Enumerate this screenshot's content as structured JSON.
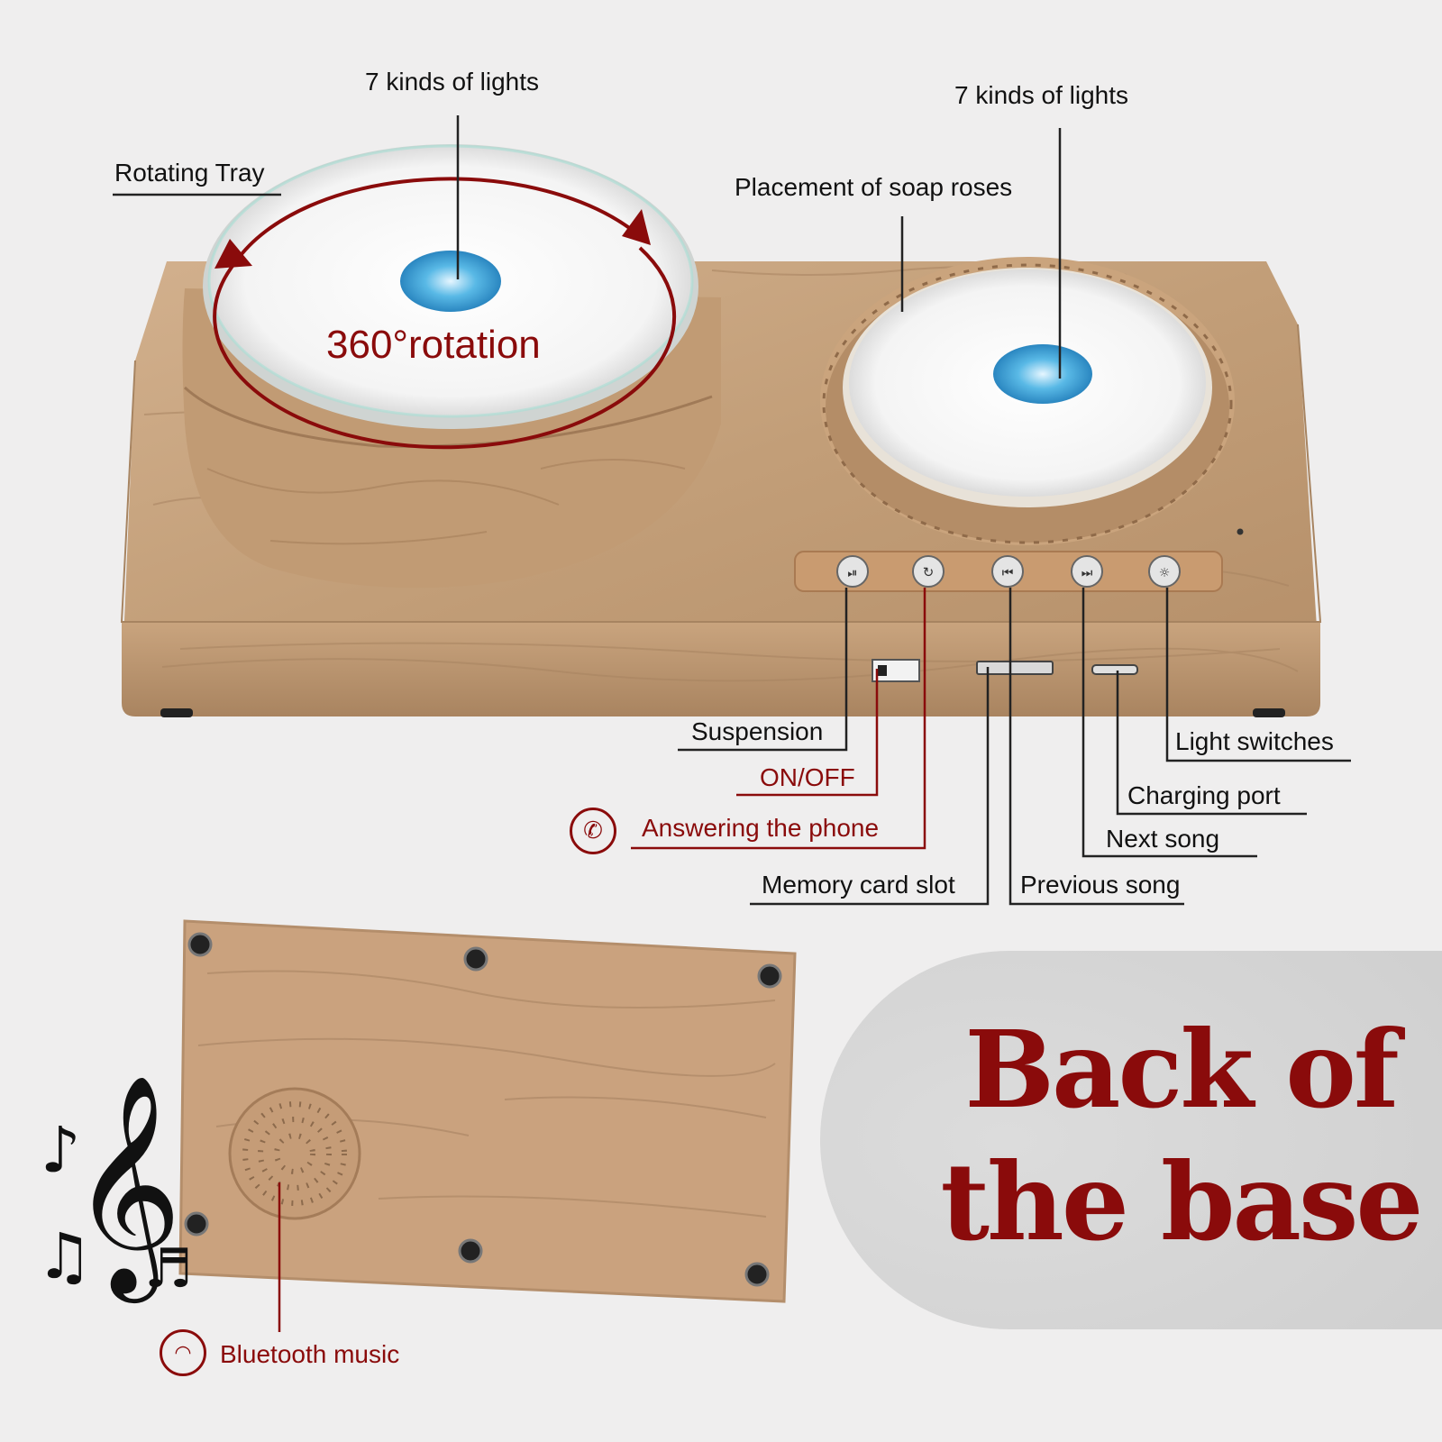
{
  "labels": {
    "lights_left": "7 kinds of lights",
    "lights_right": "7 kinds of lights",
    "rotating_tray": "Rotating Tray",
    "placement": "Placement of soap roses",
    "rotation": "360°rotation",
    "suspension": "Suspension",
    "on_off": "ON/OFF",
    "answering": "Answering the phone",
    "memory_card": "Memory card slot",
    "previous_song": "Previous song",
    "next_song": "Next song",
    "charging_port": "Charging port",
    "light_switches": "Light switches",
    "bluetooth": "Bluetooth music"
  },
  "headline": {
    "line1": "Back of",
    "line2": "the base"
  },
  "icons": {
    "phone": "phone-icon",
    "bluetooth": "wifi-signal-icon",
    "music": "music-notes-icon",
    "buttons": [
      "mode-pause-icon",
      "call-icon",
      "previous-track-icon",
      "next-track-icon",
      "light-icon"
    ]
  },
  "colors": {
    "accent": "#8a0b0b",
    "wood": "#c19a72",
    "background": "#efeeee"
  }
}
